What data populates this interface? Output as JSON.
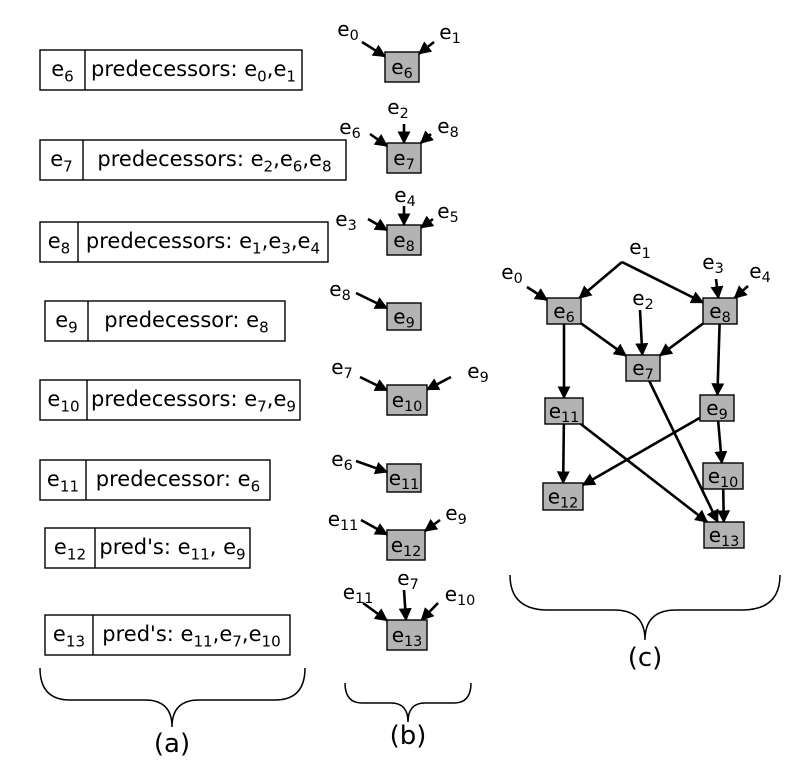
{
  "table": [
    {
      "event": "e6",
      "label": "predecessors:",
      "preds": [
        "e0",
        "e1"
      ],
      "sep": ","
    },
    {
      "event": "e7",
      "label": "predecessors:",
      "preds": [
        "e2",
        "e6",
        "e8"
      ],
      "sep": ","
    },
    {
      "event": "e8",
      "label": "predecessors:",
      "preds": [
        "e1",
        "e3",
        "e4"
      ],
      "sep": ","
    },
    {
      "event": "e9",
      "label": "predecessor:",
      "preds": [
        "e8"
      ],
      "sep": ","
    },
    {
      "event": "e10",
      "label": "predecessors:",
      "preds": [
        "e7",
        "e9"
      ],
      "sep": ","
    },
    {
      "event": "e11",
      "label": "predecessor:",
      "preds": [
        "e6"
      ],
      "sep": ","
    },
    {
      "event": "e12",
      "label": "pred's:",
      "preds": [
        "e11",
        "e9"
      ],
      "sep": ", "
    },
    {
      "event": "e13",
      "label": "pred's:",
      "preds": [
        "e11",
        "e7",
        "e10"
      ],
      "sep": ","
    }
  ],
  "fragments": [
    {
      "node": "e6",
      "in": [
        "e0",
        "e1"
      ]
    },
    {
      "node": "e7",
      "in": [
        "e6",
        "e2",
        "e8"
      ]
    },
    {
      "node": "e8",
      "in": [
        "e3",
        "e4",
        "e5"
      ]
    },
    {
      "node": "e9",
      "in": [
        "e8"
      ]
    },
    {
      "node": "e10",
      "in": [
        "e7",
        "e9"
      ]
    },
    {
      "node": "e11",
      "in": [
        "e6"
      ]
    },
    {
      "node": "e12",
      "in": [
        "e11",
        "e9"
      ]
    },
    {
      "node": "e13",
      "in": [
        "e11",
        "e7",
        "e10"
      ]
    }
  ],
  "graph": {
    "nodes": [
      "e6",
      "e7",
      "e8",
      "e9",
      "e10",
      "e11",
      "e12",
      "e13"
    ],
    "sources": [
      "e0",
      "e1",
      "e2",
      "e3",
      "e4"
    ],
    "edges": [
      [
        "e0",
        "e6"
      ],
      [
        "e1",
        "e6"
      ],
      [
        "e1",
        "e8"
      ],
      [
        "e2",
        "e7"
      ],
      [
        "e3",
        "e8"
      ],
      [
        "e4",
        "e8"
      ],
      [
        "e6",
        "e7"
      ],
      [
        "e8",
        "e7"
      ],
      [
        "e6",
        "e11"
      ],
      [
        "e8",
        "e9"
      ],
      [
        "e9",
        "e10"
      ],
      [
        "e10",
        "e13"
      ],
      [
        "e7",
        "e13"
      ],
      [
        "e11",
        "e12"
      ],
      [
        "e9",
        "e12"
      ],
      [
        "e11",
        "e13"
      ]
    ]
  },
  "captions": {
    "a": "(a)",
    "b": "(b)",
    "c": "(c)"
  },
  "colors": {
    "node_fill": "#b3b3b3",
    "stroke": "#000000",
    "box_fill": "#ffffff"
  }
}
